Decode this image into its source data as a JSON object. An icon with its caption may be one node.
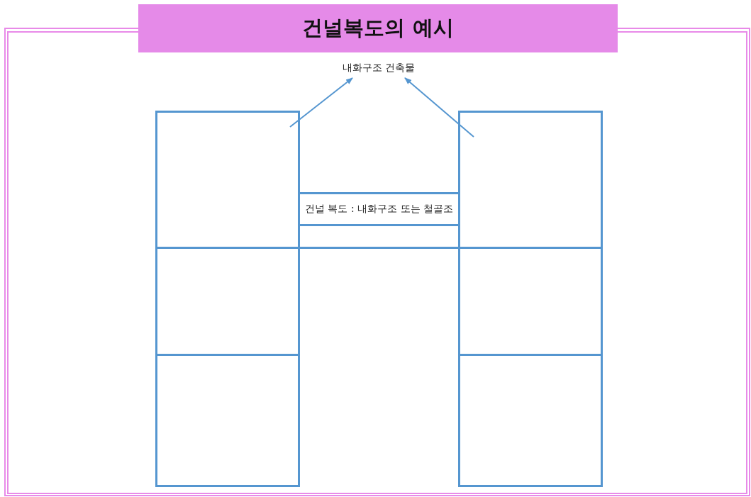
{
  "diagram": {
    "title": "건널복도의 예시",
    "nodes": [
      {
        "text": [
          "내화구조 건축물"
        ]
      },
      {
        "text": [],
        "shape": "box"
      },
      {
        "text": [],
        "shape": "box"
      },
      {
        "text": [],
        "shape": "box"
      },
      {
        "text": [
          "건널 복도 : 내화구조 또는 철골조"
        ]
      },
      {
        "text": [],
        "shape": "box"
      },
      {
        "text": [],
        "shape": "box"
      },
      {
        "text": [],
        "shape": "box"
      },
      {
        "text": [],
        "shape": "box"
      }
    ],
    "edges": [
      {
        "from": 1,
        "to": 0,
        "arrow": "to"
      },
      {
        "from": 6,
        "to": 0,
        "arrow": "to"
      }
    ]
  }
}
